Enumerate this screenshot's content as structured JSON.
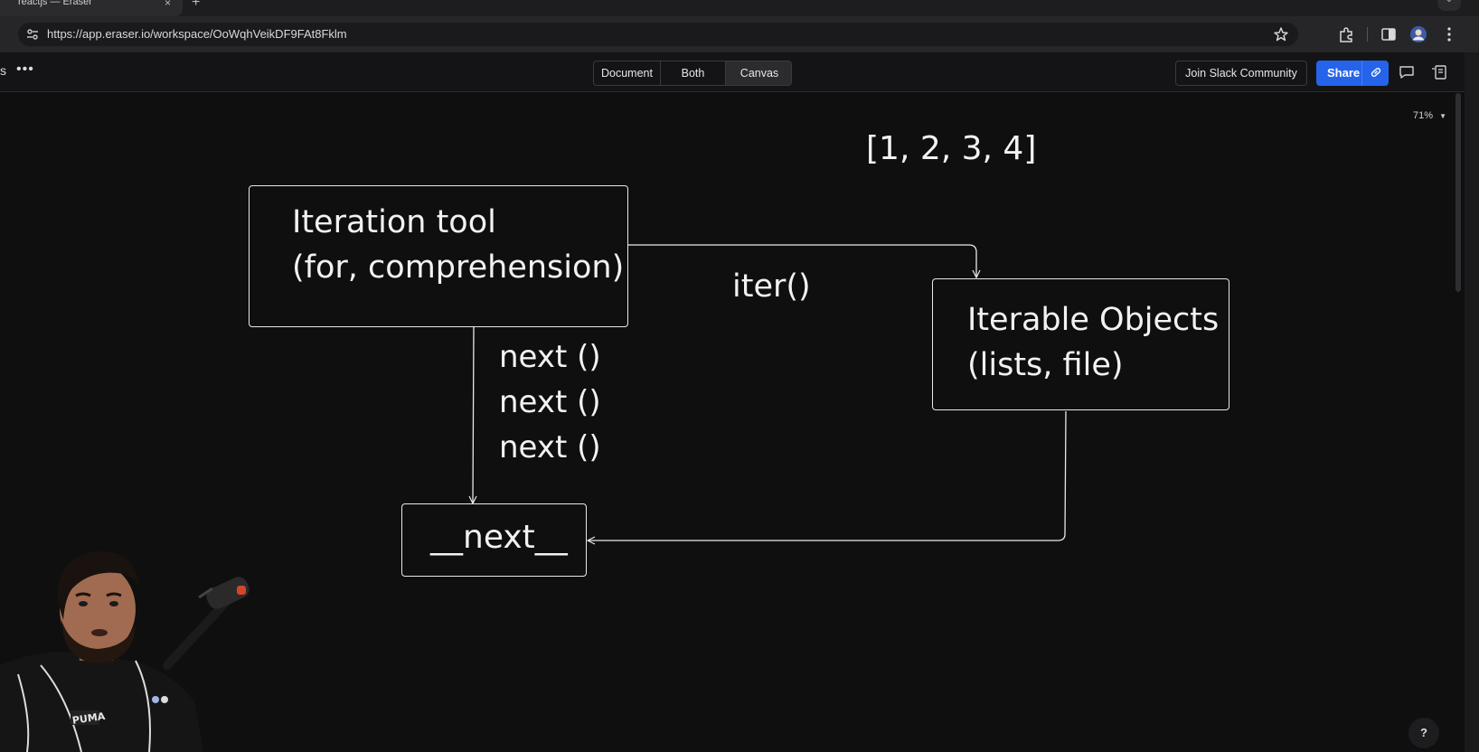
{
  "browser": {
    "tab_title": "reactjs — Eraser",
    "tab_close": "×",
    "new_tab": "+",
    "url": "https://app.eraser.io/workspace/OoWqhVeikDF9FAt8Fklm"
  },
  "toolbar": {
    "crumb": "s",
    "more": "•••",
    "views": [
      "Document",
      "Both",
      "Canvas"
    ],
    "active_view": "Canvas",
    "slack_label": "Join Slack Community",
    "share_label": "Share"
  },
  "canvas": {
    "zoom": "71%",
    "help": "?",
    "array_text": "[1, 2, 3, 4]",
    "box_iteration_line1": "Iteration tool",
    "box_iteration_line2": "(for, comprehension)",
    "iter_label": "iter()",
    "box_iterable_line1": "Iterable Objects",
    "box_iterable_line2": "(lists, file)",
    "next_calls": [
      "next ()",
      "next ()",
      "next ()"
    ],
    "box_next": "__next__"
  },
  "colors": {
    "background": "#0f0f10",
    "share_blue": "#2563eb",
    "stroke": "#e9e9e9"
  }
}
